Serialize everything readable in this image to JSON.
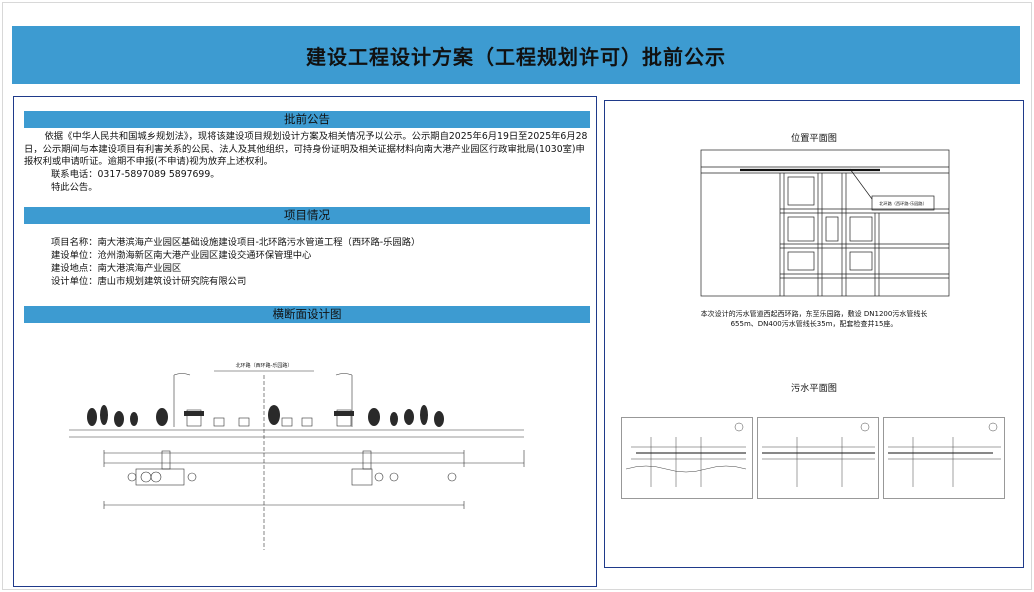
{
  "header": {
    "title": "建设工程设计方案（工程规划许可）批前公示"
  },
  "notice": {
    "heading": "批前公告",
    "body": "依据《中华人民共和国城乡规划法》，现将该建设项目规划设计方案及相关情况予以公示。公示期自2025年6月19日至2025年6月28日，公示期间与本建设项目有利害关系的公民、法人及其他组织，可持身份证明及相关证据材料向南大港产业园区行政审批局(1030室)申报权利或申请听证。逾期不申报(不申请)视为放弃上述权利。",
    "phone": "联系电话：0317-5897089 5897699。",
    "closing": "特此公告。"
  },
  "project": {
    "heading": "项目情况",
    "name": "项目名称：南大港滨海产业园区基础设施建设项目-北环路污水管道工程（西环路-乐园路）",
    "unit": "建设单位：沧州渤海新区南大港产业园区建设交通环保管理中心",
    "location": "建设地点：南大港滨海产业园区",
    "designer": "设计单位：唐山市规划建筑设计研究院有限公司"
  },
  "cross_section": {
    "heading": "横断面设计图",
    "road_label": "北环路（西环路-乐园路）"
  },
  "location_map": {
    "title": "位置平面图",
    "callout": "北环路（西环路-乐园路）",
    "desc": "本次设计的污水管道西起西环路，东至乐园路，敷设 DN1200污水管线长655m、DN400污水管线长35m，配套检查井15座。"
  },
  "sewer_plan": {
    "title": "污水平面图"
  },
  "colors": {
    "banner": "#3d9bd1",
    "panel_border": "#1f3a8a"
  }
}
